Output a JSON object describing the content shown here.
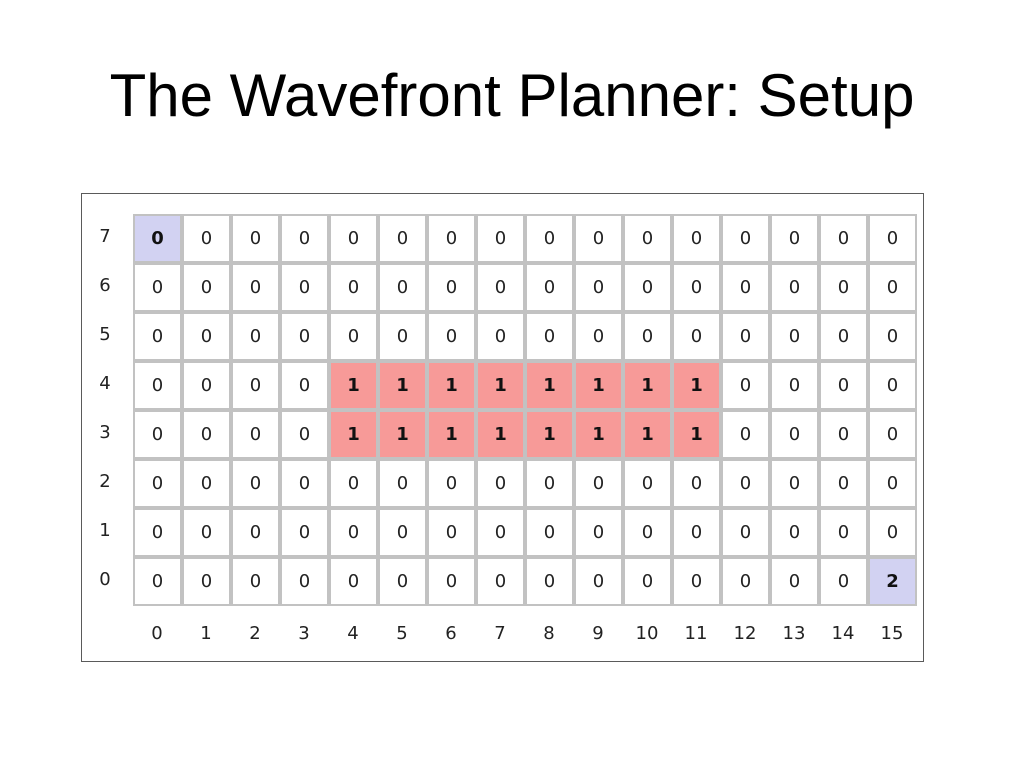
{
  "title": "The Wavefront Planner: Setup",
  "grid": {
    "rows_top_to_bottom": [
      {
        "y": "7",
        "cells": [
          "0",
          "0",
          "0",
          "0",
          "0",
          "0",
          "0",
          "0",
          "0",
          "0",
          "0",
          "0",
          "0",
          "0",
          "0",
          "0"
        ]
      },
      {
        "y": "6",
        "cells": [
          "0",
          "0",
          "0",
          "0",
          "0",
          "0",
          "0",
          "0",
          "0",
          "0",
          "0",
          "0",
          "0",
          "0",
          "0",
          "0"
        ]
      },
      {
        "y": "5",
        "cells": [
          "0",
          "0",
          "0",
          "0",
          "0",
          "0",
          "0",
          "0",
          "0",
          "0",
          "0",
          "0",
          "0",
          "0",
          "0",
          "0"
        ]
      },
      {
        "y": "4",
        "cells": [
          "0",
          "0",
          "0",
          "0",
          "1",
          "1",
          "1",
          "1",
          "1",
          "1",
          "1",
          "1",
          "0",
          "0",
          "0",
          "0"
        ]
      },
      {
        "y": "3",
        "cells": [
          "0",
          "0",
          "0",
          "0",
          "1",
          "1",
          "1",
          "1",
          "1",
          "1",
          "1",
          "1",
          "0",
          "0",
          "0",
          "0"
        ]
      },
      {
        "y": "2",
        "cells": [
          "0",
          "0",
          "0",
          "0",
          "0",
          "0",
          "0",
          "0",
          "0",
          "0",
          "0",
          "0",
          "0",
          "0",
          "0",
          "0"
        ]
      },
      {
        "y": "1",
        "cells": [
          "0",
          "0",
          "0",
          "0",
          "0",
          "0",
          "0",
          "0",
          "0",
          "0",
          "0",
          "0",
          "0",
          "0",
          "0",
          "0"
        ]
      },
      {
        "y": "0",
        "cells": [
          "0",
          "0",
          "0",
          "0",
          "0",
          "0",
          "0",
          "0",
          "0",
          "0",
          "0",
          "0",
          "0",
          "0",
          "0",
          "2"
        ]
      }
    ],
    "x_labels": [
      "0",
      "1",
      "2",
      "3",
      "4",
      "5",
      "6",
      "7",
      "8",
      "9",
      "10",
      "11",
      "12",
      "13",
      "14",
      "15"
    ],
    "start_cell": {
      "x": 0,
      "y": 7
    },
    "goal_cell": {
      "x": 15,
      "y": 0
    },
    "colors": {
      "free": "#ffffff",
      "obstacle": "#f79a98",
      "start_goal": "#d2d2f2",
      "cell_border": "#c2c2c2",
      "frame_border": "#5a5a5a"
    }
  }
}
